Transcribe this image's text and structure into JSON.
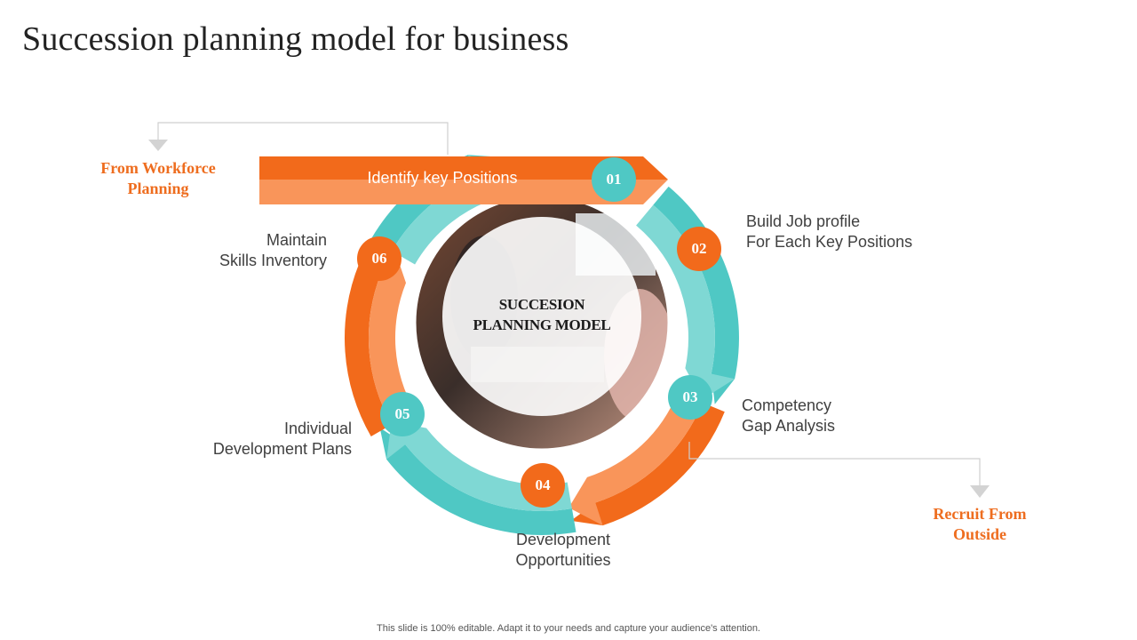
{
  "title": "Succession planning model for business",
  "center": {
    "lines": [
      "SUCCESION",
      "PLANNING MODEL"
    ]
  },
  "steps": [
    {
      "number": "01",
      "label": [
        "Identify key Positions"
      ]
    },
    {
      "number": "02",
      "label": [
        "Build Job profile",
        "For Each Key Positions"
      ]
    },
    {
      "number": "03",
      "label": [
        "Competency",
        "Gap Analysis"
      ]
    },
    {
      "number": "04",
      "label": [
        "Development",
        "Opportunities"
      ]
    },
    {
      "number": "05",
      "label": [
        "Individual",
        "Development Plans"
      ]
    },
    {
      "number": "06",
      "label": [
        "Maintain",
        "Skills Inventory"
      ]
    }
  ],
  "inputs": [
    {
      "lines": [
        "From Workforce",
        "Planning"
      ]
    },
    {
      "lines": [
        "Recruit From",
        "Outside"
      ]
    }
  ],
  "footer": "This slide is 100% editable. Adapt it to your needs and capture your audience's attention.",
  "colors": {
    "orange": "#f26a1b",
    "orange_light": "#f9955a",
    "teal": "#4fc8c4",
    "teal_light": "#7fd8d4",
    "text": "#404040"
  }
}
